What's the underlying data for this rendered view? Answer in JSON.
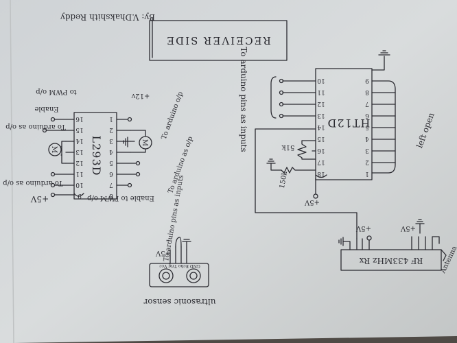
{
  "title": "RECEIVER SIDE",
  "author": "By: V.Dhakshith Reddy",
  "ht12d": {
    "label": "HT12D",
    "pins_left": [
      "10",
      "11",
      "12",
      "13",
      "14",
      "15",
      "16",
      "17",
      "18"
    ],
    "pins_right": [
      "9",
      "8",
      "7",
      "6",
      "5",
      "4",
      "3",
      "2",
      "1"
    ],
    "note": "To arduino pins as inputs",
    "side_note": "left open",
    "res_label": "51k",
    "vcc": "+5V"
  },
  "l293d": {
    "label": "L293D",
    "pins_left": [
      "16",
      "15",
      "14",
      "13",
      "12",
      "11",
      "10",
      "9"
    ],
    "pins_right": [
      "1",
      "2",
      "3",
      "4",
      "5",
      "6",
      "7",
      "8"
    ],
    "notes": {
      "enable_top": "Enable",
      "to_arduino_top": "To arduino o/p",
      "to_pwm": "to PWM o/p",
      "twelve_v": "+12v",
      "to_arduino_left": "To arduino as o/p",
      "to_arduino_mid": "To arduino as o/p",
      "enable_bottom": "Enable to PWM o/p",
      "vcc": "+5V",
      "enable_left": "Enable",
      "to_arduino_left2": "To arduino as o/p"
    },
    "motor_label": "M"
  },
  "ultrasonic": {
    "label": "ultrasonic sensor",
    "note": "To arduino pins as inputs",
    "pins": "GND Echo Trig Vcc",
    "vcc": "+5V"
  },
  "rf": {
    "label": "RF 433MHz Rx",
    "vcc1": "+5V",
    "vcc2": "+5V",
    "antenna": "Antenna"
  },
  "resistor": "150k"
}
